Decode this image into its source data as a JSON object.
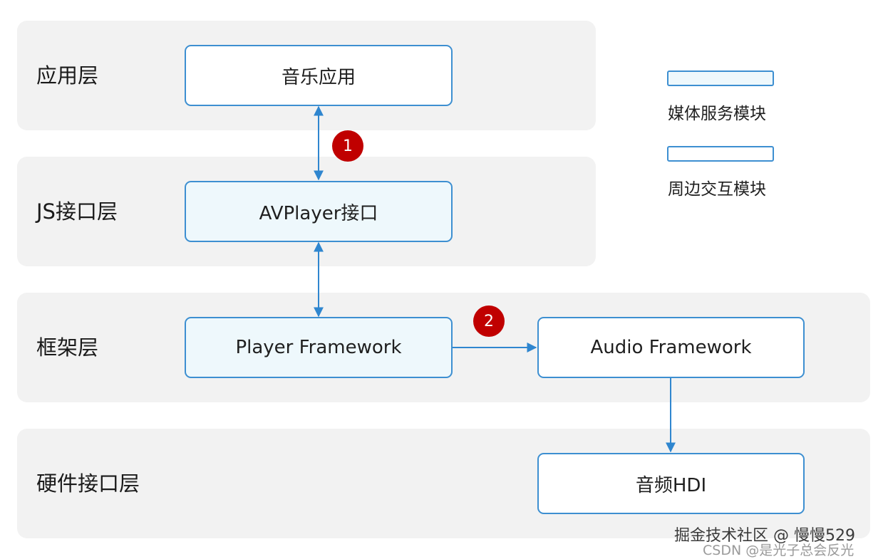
{
  "layers": {
    "app": "应用层",
    "js": "JS接口层",
    "framework": "框架层",
    "hardware": "硬件接口层"
  },
  "modules": {
    "music_app": "音乐应用",
    "avplayer": "AVPlayer接口",
    "player_framework": "Player Framework",
    "audio_framework": "Audio Framework",
    "audio_hdi": "音频HDI"
  },
  "legend": {
    "media_service": "媒体服务模块",
    "peripheral": "周边交互模块"
  },
  "badges": {
    "one": "1",
    "two": "2"
  },
  "watermarks": {
    "juejin": "掘金技术社区 @ 慢慢529",
    "csdn": "CSDN @是光子总会反光"
  },
  "colors": {
    "layer_bg": "#f2f2f2",
    "module_border": "#3d8fd1",
    "media_fill": "#eef8fc",
    "badge": "#c00000",
    "arrow": "#2f86cf"
  }
}
